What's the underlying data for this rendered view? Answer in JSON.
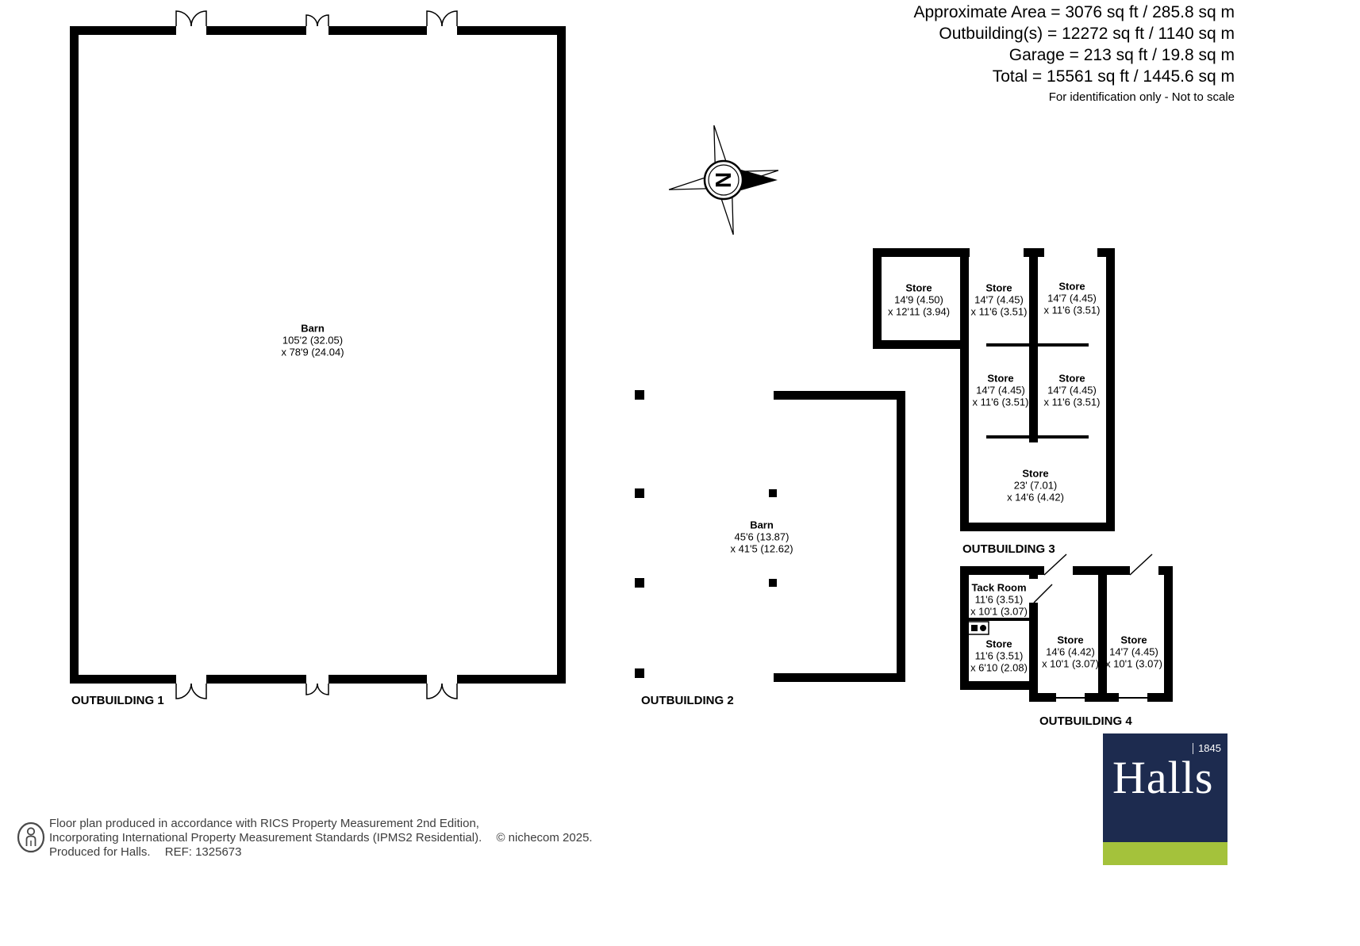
{
  "area_summary": {
    "lines": [
      "Approximate Area = 3076 sq ft / 285.8 sq m",
      "Outbuilding(s) = 12272 sq ft / 1140 sq m",
      "Garage = 213 sq ft / 19.8 sq m",
      "Total = 15561 sq ft / 1445.6 sq m"
    ],
    "disclaimer": "For identification only - Not to scale"
  },
  "compass": {
    "north_label": "N"
  },
  "outbuilding1": {
    "label": "OUTBUILDING 1",
    "barn": {
      "name": "Barn",
      "dim_w": "105'2 (32.05)",
      "dim_h": "x 78'9 (24.04)"
    }
  },
  "outbuilding2": {
    "label": "OUTBUILDING 2",
    "barn": {
      "name": "Barn",
      "dim_w": "45'6 (13.87)",
      "dim_h": "x 41'5 (12.62)"
    }
  },
  "outbuilding3": {
    "label": "OUTBUILDING 3",
    "rooms": [
      {
        "name": "Store",
        "dim_w": "14'9 (4.50)",
        "dim_h": "x 12'11 (3.94)"
      },
      {
        "name": "Store",
        "dim_w": "14'7 (4.45)",
        "dim_h": "x 11'6 (3.51)"
      },
      {
        "name": "Store",
        "dim_w": "14'7 (4.45)",
        "dim_h": "x 11'6 (3.51)"
      },
      {
        "name": "Store",
        "dim_w": "14'7 (4.45)",
        "dim_h": "x 11'6 (3.51)"
      },
      {
        "name": "Store",
        "dim_w": "14'7 (4.45)",
        "dim_h": "x 11'6 (3.51)"
      },
      {
        "name": "Store",
        "dim_w": "23' (7.01)",
        "dim_h": "x 14'6 (4.42)"
      }
    ]
  },
  "outbuilding4": {
    "label": "OUTBUILDING 4",
    "rooms": [
      {
        "name": "Tack Room",
        "dim_w": "11'6 (3.51)",
        "dim_h": "x 10'1 (3.07)"
      },
      {
        "name": "Store",
        "dim_w": "11'6 (3.51)",
        "dim_h": "x 6'10 (2.08)"
      },
      {
        "name": "Store",
        "dim_w": "14'6 (4.42)",
        "dim_h": "x 10'1 (3.07)"
      },
      {
        "name": "Store",
        "dim_w": "14'7 (4.45)",
        "dim_h": "x 10'1 (3.07)"
      }
    ]
  },
  "footer": {
    "line1": "Floor plan produced in accordance with RICS Property Measurement 2nd Edition,",
    "line2": "Incorporating International Property Measurement Standards (IPMS2 Residential).",
    "copyright": "© nichecom 2025.",
    "produced_for": "Produced for Halls.",
    "reference": "REF: 1325673"
  },
  "logo": {
    "brand": "Halls",
    "established": "1845"
  },
  "colors": {
    "wall": "#000000",
    "logo_navy": "#1d2b4f",
    "logo_green": "#a4c23b",
    "footer_text": "#3d3d3d"
  }
}
